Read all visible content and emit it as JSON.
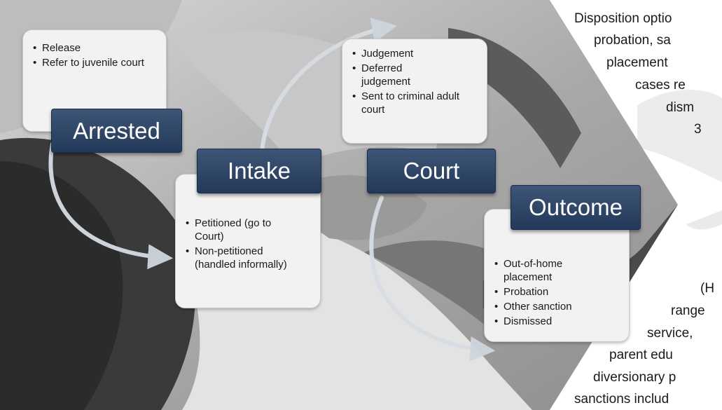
{
  "stages": [
    {
      "label": "Arrested",
      "items": [
        "Release",
        "Refer to juvenile court"
      ]
    },
    {
      "label": "Intake",
      "items": [
        "Petitioned (go to Court)",
        "Non-petitioned (handled informally)"
      ]
    },
    {
      "label": "Court",
      "items": [
        "Judgement",
        "Deferred judgement",
        "Sent to criminal adult court"
      ]
    },
    {
      "label": "Outcome",
      "items": [
        "Out-of-home placement",
        "Probation",
        "Other sanction",
        "Dismissed"
      ]
    }
  ],
  "callout_lines": [
    "Disposition optio",
    "probation, sa",
    "placement",
    "cases re",
    "dism",
    "3",
    "(H",
    "range",
    "service,",
    "parent edu",
    "diversionary p",
    "sanctions includ"
  ]
}
